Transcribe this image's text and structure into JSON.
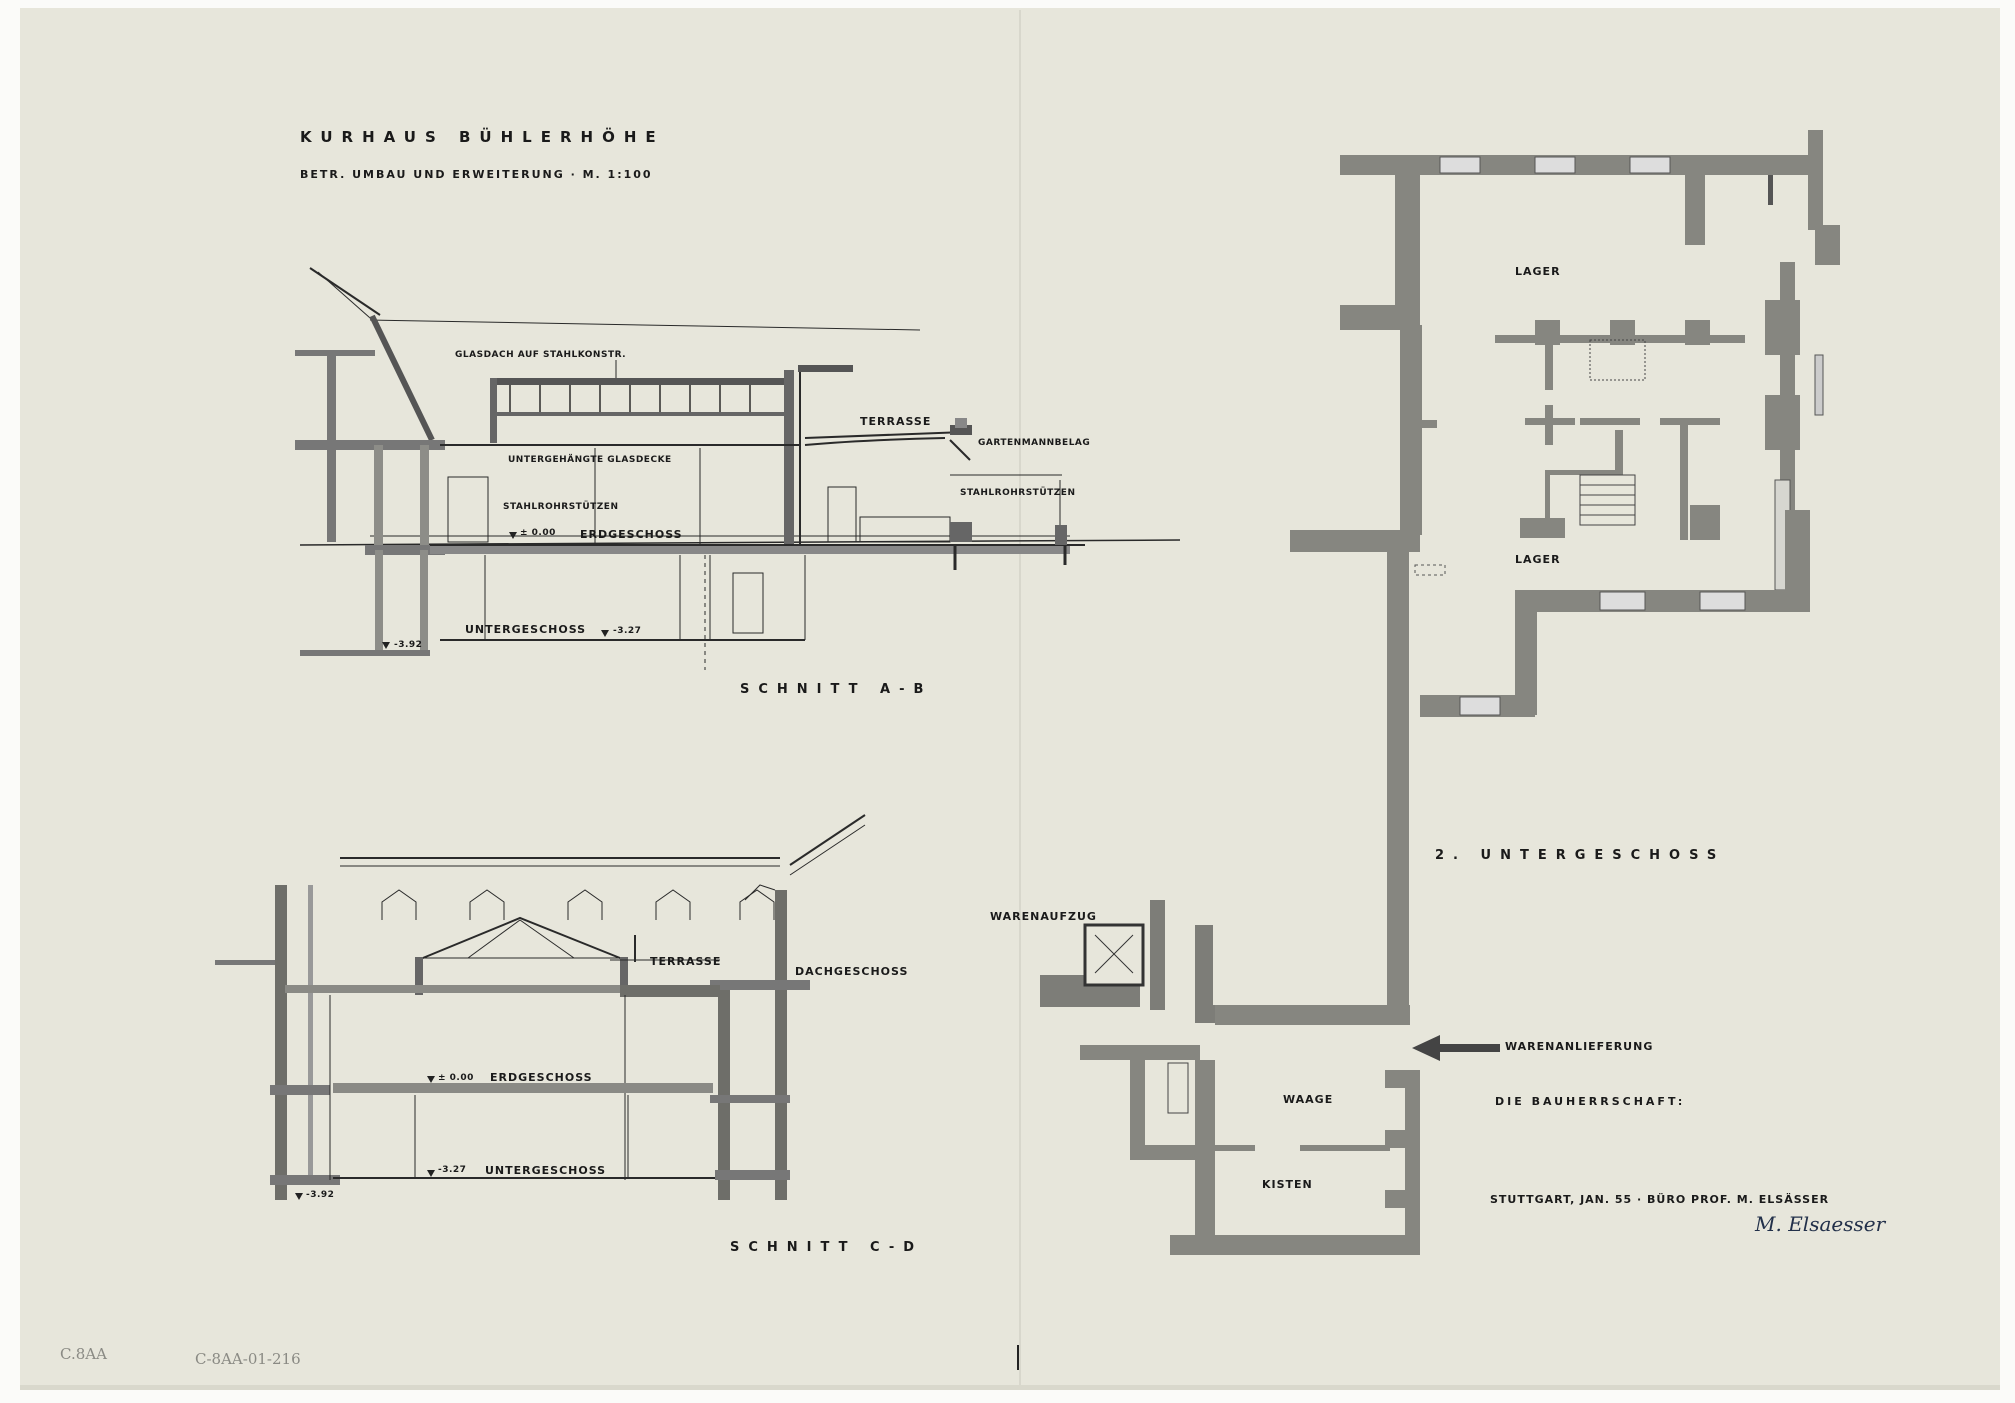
{
  "title": "KURHAUS BÜHLERHÖHE",
  "subtitle": "BETR. UMBAU UND ERWEITERUNG · M. 1:100",
  "section_ab": {
    "caption": "SCHNITT A-B",
    "labels": {
      "glasdach": "GLASDACH AUF STAHLKONSTR.",
      "glasdecke": "UNTERGEHÄNGTE GLASDECKE",
      "stahlrohr1": "STAHLROHRSTÜTZEN",
      "stahlrohr2": "STAHLROHRSTÜTZEN",
      "terrasse": "TERRASSE",
      "gartenbelag": "GARTENMANNBELAG",
      "erdgeschoss": "ERDGESCHOSS",
      "untergeschoss": "UNTERGESCHOSS",
      "lvl_000": "± 0.00",
      "lvl_327": "-3.27",
      "lvl_392": "-3.92"
    }
  },
  "section_cd": {
    "caption": "SCHNITT C-D",
    "labels": {
      "terrasse": "TERRASSE",
      "dachgeschoss": "DACHGESCHOSS",
      "erdgeschoss": "ERDGESCHOSS",
      "untergeschoss": "UNTERGESCHOSS",
      "lvl_000": "± 0.00",
      "lvl_327": "-3.27",
      "lvl_392": "-3.92"
    }
  },
  "plan": {
    "caption": "2. UNTERGESCHOSS",
    "rooms": {
      "lager_top": "LAGER",
      "lager_bottom": "LAGER",
      "waage": "WAAGE",
      "kisten": "KISTEN",
      "warenaufzug": "WARENAUFZUG",
      "warenanlieferung": "WARENANLIEFERUNG"
    }
  },
  "footer": {
    "bauherrschaft": "DIE BAUHERRSCHAFT:",
    "office": "STUTTGART, JAN. 55 · BÜRO PROF. M. ELSÄSSER",
    "signature": "M. Elsaesser",
    "archive_1": "C.8AA",
    "archive_2": "C-8AA-01-216"
  },
  "colors": {
    "paper": "#e6e5da",
    "ink": "#1a1a1a",
    "wall": "#8c8c86",
    "signature": "#22304a"
  }
}
